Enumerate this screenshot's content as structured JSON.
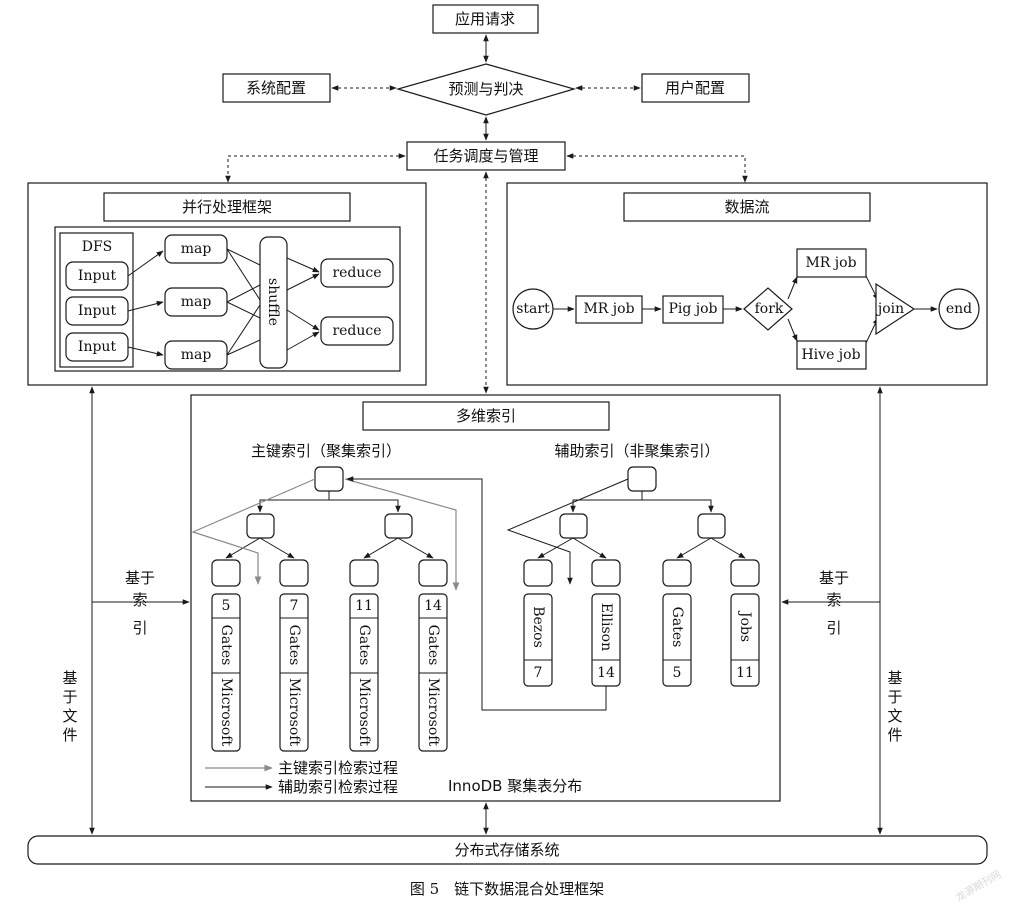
{
  "top": {
    "app_request": "应用请求",
    "predict": "预测与判决",
    "sys_config": "系统配置",
    "user_config": "用户配置",
    "scheduler": "任务调度与管理"
  },
  "parallel": {
    "title": "并行处理框架",
    "dfs": "DFS",
    "inputs": [
      "Input",
      "Input",
      "Input"
    ],
    "maps": [
      "map",
      "map",
      "map"
    ],
    "shuffle": "shuffle",
    "reduces": [
      "reduce",
      "reduce"
    ]
  },
  "dataflow": {
    "title": "数据流",
    "start": "start",
    "mr_job": "MR job",
    "pig_job": "Pig job",
    "fork": "fork",
    "mr_job_top": "MR job",
    "hive_job": "Hive job",
    "join": "join",
    "end": "end"
  },
  "index": {
    "title": "多维索引",
    "primary_title": "主键索引（聚集索引）",
    "secondary_title": "辅助索引（非聚集索引）",
    "primary_leaves": [
      {
        "id": "5",
        "name": "Gates",
        "company": "Microsoft"
      },
      {
        "id": "7",
        "name": "Gates",
        "company": "Microsoft"
      },
      {
        "id": "11",
        "name": "Gates",
        "company": "Microsoft"
      },
      {
        "id": "14",
        "name": "Gates",
        "company": "Microsoft"
      }
    ],
    "secondary_leaves": [
      {
        "name": "Bezos",
        "key": "7"
      },
      {
        "name": "Ellison",
        "key": "14"
      },
      {
        "name": "Gates",
        "key": "5"
      },
      {
        "name": "Jobs",
        "key": "11"
      }
    ],
    "legend_primary": "主键索引检索过程",
    "legend_secondary": "辅助索引检索过程",
    "innodb": "InnoDB 聚集表分布"
  },
  "side": {
    "index_based": "基于索引",
    "file_based": "基于文件"
  },
  "storage": "分布式存储系统",
  "caption": "图 5　链下数据混合处理框架",
  "watermark": "龙源期刊网"
}
